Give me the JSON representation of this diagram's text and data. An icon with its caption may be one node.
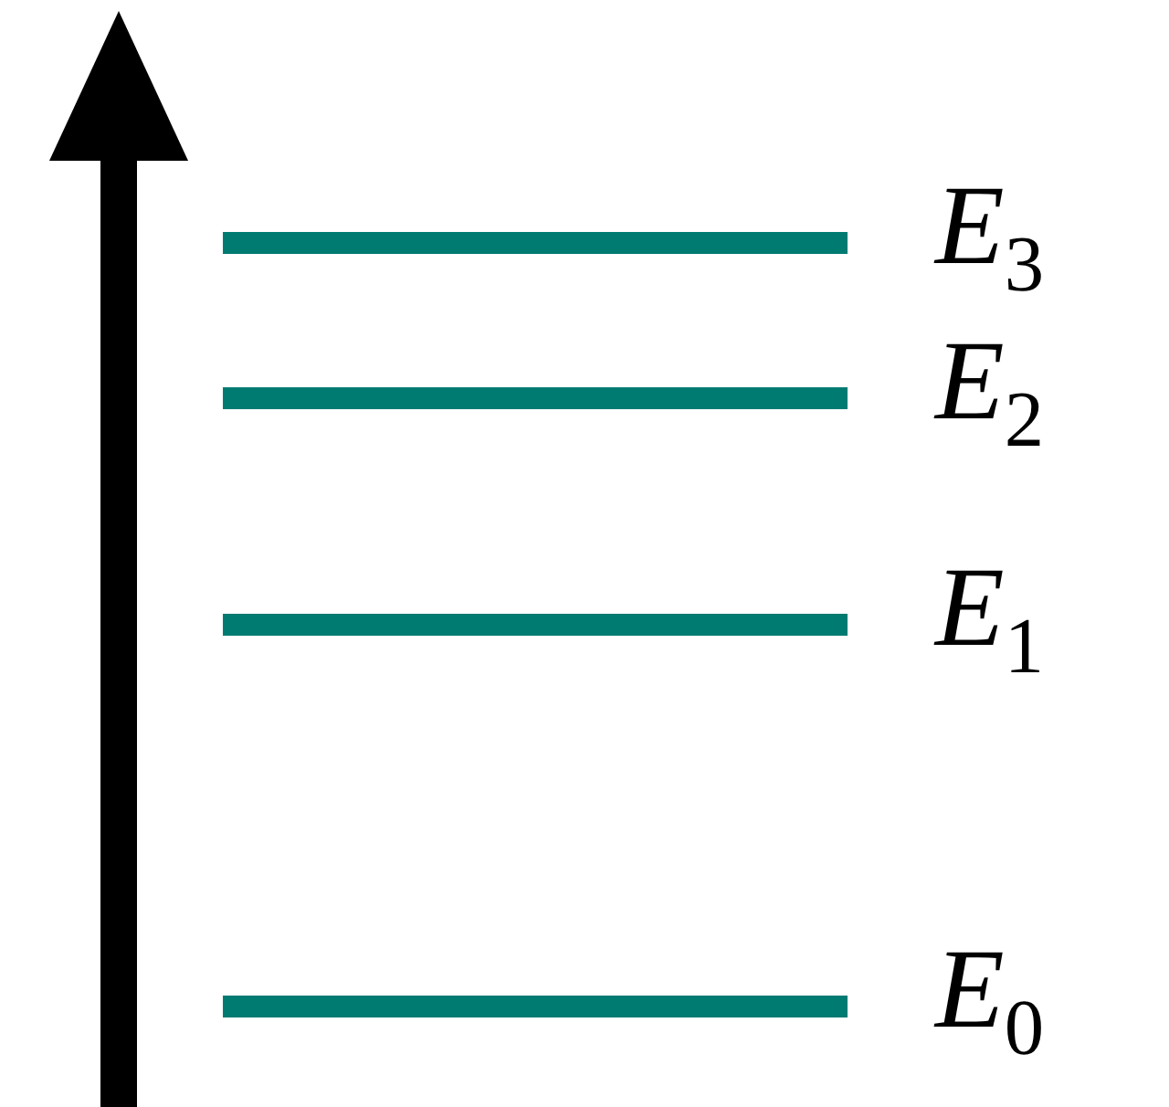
{
  "diagram": {
    "labels": [
      "*E*$_{3}$",
      "*E*$_{2}$",
      "*E*$_{1}$",
      "*E*$_{0}$"
    ]
  }
}
